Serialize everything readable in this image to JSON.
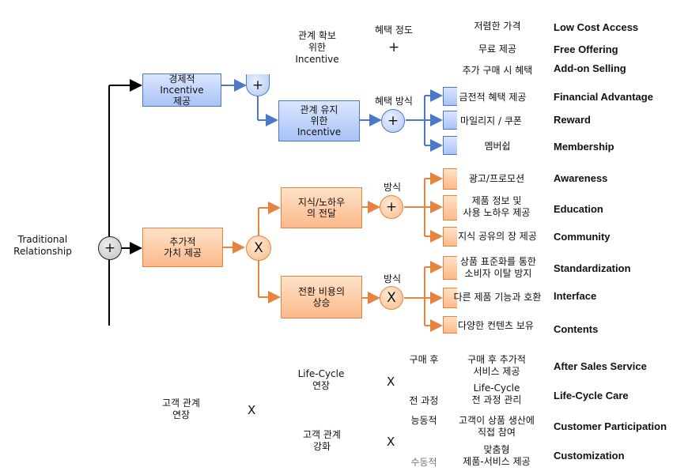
{
  "root": {
    "label": "Traditional\nRelationship",
    "operator": "+"
  },
  "blue_branch": {
    "top_label": "관계 확보\n위한\nIncentive",
    "top_operator_label": "혜택 정도",
    "top_operator": "+",
    "box_incentive": "경제적\nIncentive\n제공",
    "box_keep": "관계 유지\n위한\nIncentive",
    "join_operator": "+",
    "method_label": "혜택 방식",
    "method_operator": "+",
    "items": [
      {
        "ko": "저렴한 가격",
        "en": "Low Cost Access"
      },
      {
        "ko": "무료 제공",
        "en": "Free Offering"
      },
      {
        "ko": "추가 구매 시 혜택",
        "en": "Add-on Selling"
      },
      {
        "ko": "금전적 혜택 제공",
        "en": "Financial Advantage"
      },
      {
        "ko": "마일리지 / 쿠폰",
        "en": "Reward"
      },
      {
        "ko": "멤버쉽",
        "en": "Membership"
      }
    ]
  },
  "orange_branch": {
    "box_value": "추가적\n가치 제공",
    "value_operator": "X",
    "box_knowhow": "지식/노하우\n의 전달",
    "knowhow_method_label": "방식",
    "knowhow_operator": "+",
    "knowhow_items": [
      {
        "ko": "광고/프로모션",
        "en": "Awareness"
      },
      {
        "ko": "제품 정보 및\n사용 노하우 제공",
        "en": "Education"
      },
      {
        "ko": "지식 공유의 장 제공",
        "en": "Community"
      }
    ],
    "box_switch": "전환 비용의\n상승",
    "switch_method_label": "방식",
    "switch_operator": "X",
    "switch_items": [
      {
        "ko": "상품 표준화를 통한\n소비자 이탈 방지",
        "en": "Standardization"
      },
      {
        "ko": "다른 제품 기능과 호환",
        "en": "Interface"
      },
      {
        "ko": "다양한 컨텐츠 보유",
        "en": "Contents"
      }
    ]
  },
  "bottom": {
    "extend_label": "고객 관계\n연장",
    "extend_operator": "X",
    "lifecycle_label": "Life-Cycle\n연장",
    "lifecycle_operator": "X",
    "strengthen_label": "고객 관계\n강화",
    "strengthen_operator": "X",
    "rows": [
      {
        "tag": "구매 후",
        "ko": "구매 후 추가적\n서비스 제공",
        "en": "After Sales Service"
      },
      {
        "tag": "전 과정",
        "ko": "Life-Cycle\n전 과정 관리",
        "en": "Life-Cycle Care"
      },
      {
        "tag": "능동적",
        "ko": "고객이 상품 생산에\n직접 참여",
        "en": "Customer Participation"
      },
      {
        "tag": "수동적",
        "ko": "맞춤형\n제품-서비스 제공",
        "en": "Customization"
      }
    ]
  },
  "colors": {
    "blue_line": "#4b78c9",
    "orange_line": "#e5833f",
    "black_line": "#000000"
  }
}
